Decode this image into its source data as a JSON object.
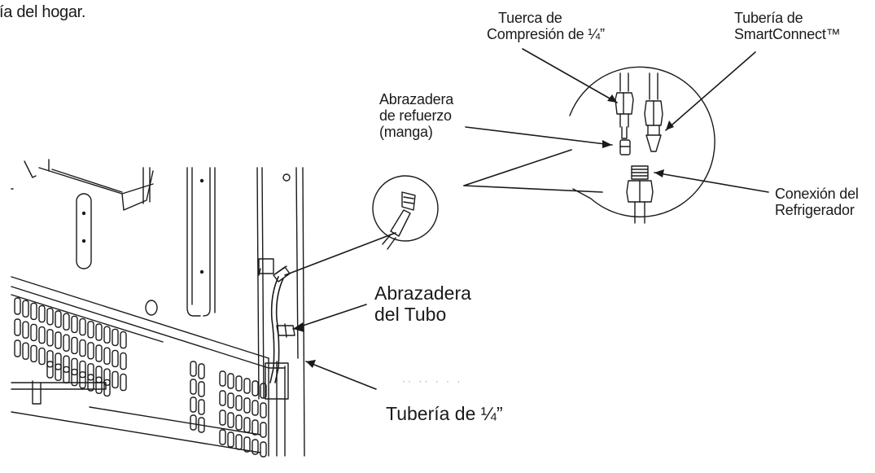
{
  "header_fragment": "ía del hogar.",
  "labels": {
    "tuerca_line1": "Tuerca de",
    "tuerca_line2": "Compresión de ¼”",
    "tuberia_sc_line1": "Tubería de",
    "tuberia_sc_line2": "SmartConnect™",
    "abrazadera_ref_line1": "Abrazadera",
    "abrazadera_ref_line2": "de refuerzo",
    "abrazadera_ref_line3": "(manga)",
    "conexion_line1": "Conexión del",
    "conexion_line2": "Refrigerador",
    "abrazadera_tubo_line1": "Abrazadera",
    "abrazadera_tubo_line2": "del Tubo",
    "tuberia_quarter": "Tubería de ¼”",
    "faint_text": "·· ·· · · ·"
  }
}
